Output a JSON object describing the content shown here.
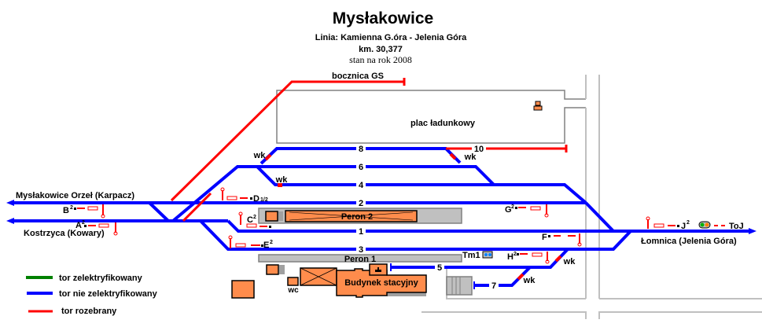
{
  "header": {
    "title": "Mysłakowice",
    "line": "Linia: Kamienna G.óra - Jelenia Góra",
    "km": "km. 30,377",
    "state": "stan na rok 2008"
  },
  "destinations": {
    "west_upper": "Mysłakowice Orzeł (Karpacz)",
    "west_lower": "Kostrzyca (Kowary)",
    "east": "Łomnica (Jelenia Góra)"
  },
  "sidings": {
    "gs": "bocznica GS",
    "yard": "plac ładunkowy"
  },
  "tracks": [
    {
      "number": "8",
      "status": "not-electrified"
    },
    {
      "number": "10",
      "status": "removed"
    },
    {
      "number": "6",
      "status": "not-electrified"
    },
    {
      "number": "4",
      "status": "not-electrified"
    },
    {
      "number": "2",
      "status": "not-electrified"
    },
    {
      "number": "1",
      "status": "not-electrified"
    },
    {
      "number": "3",
      "status": "not-electrified"
    },
    {
      "number": "5",
      "status": "not-electrified"
    },
    {
      "number": "7",
      "status": "not-electrified"
    }
  ],
  "signals": {
    "B": {
      "label": "B",
      "sup": "2"
    },
    "A": {
      "label": "A",
      "sup": "2"
    },
    "D": {
      "label": "D",
      "sup": "1/2"
    },
    "C": {
      "label": "C",
      "sup": "2"
    },
    "E": {
      "label": "E",
      "sup": "2"
    },
    "G": {
      "label": "G",
      "sup": "2"
    },
    "F": {
      "label": "F",
      "sup": ""
    },
    "H": {
      "label": "H",
      "sup": "2"
    },
    "J": {
      "label": "J",
      "sup": "2"
    },
    "ToJ": {
      "label": "ToJ",
      "sup": ""
    }
  },
  "labels": {
    "wk": "wk",
    "tm1": "Tm1",
    "wc": "wc"
  },
  "buildings": {
    "peron2": "Peron 2",
    "peron1": "Peron 1",
    "station": "Budynek stacyjny"
  },
  "legend": [
    {
      "label": "tor zelektryfikowany",
      "color": "#008000"
    },
    {
      "label": "tor nie zelektryfikowany",
      "color": "#0000ff"
    },
    {
      "label": "tor rozebrany",
      "color": "#ff0000"
    }
  ],
  "colors": {
    "not_electrified": "#0000ff",
    "removed": "#ff0000",
    "electrified": "#008000",
    "building": "#ff8c4c",
    "platform": "#c0c0c0"
  }
}
